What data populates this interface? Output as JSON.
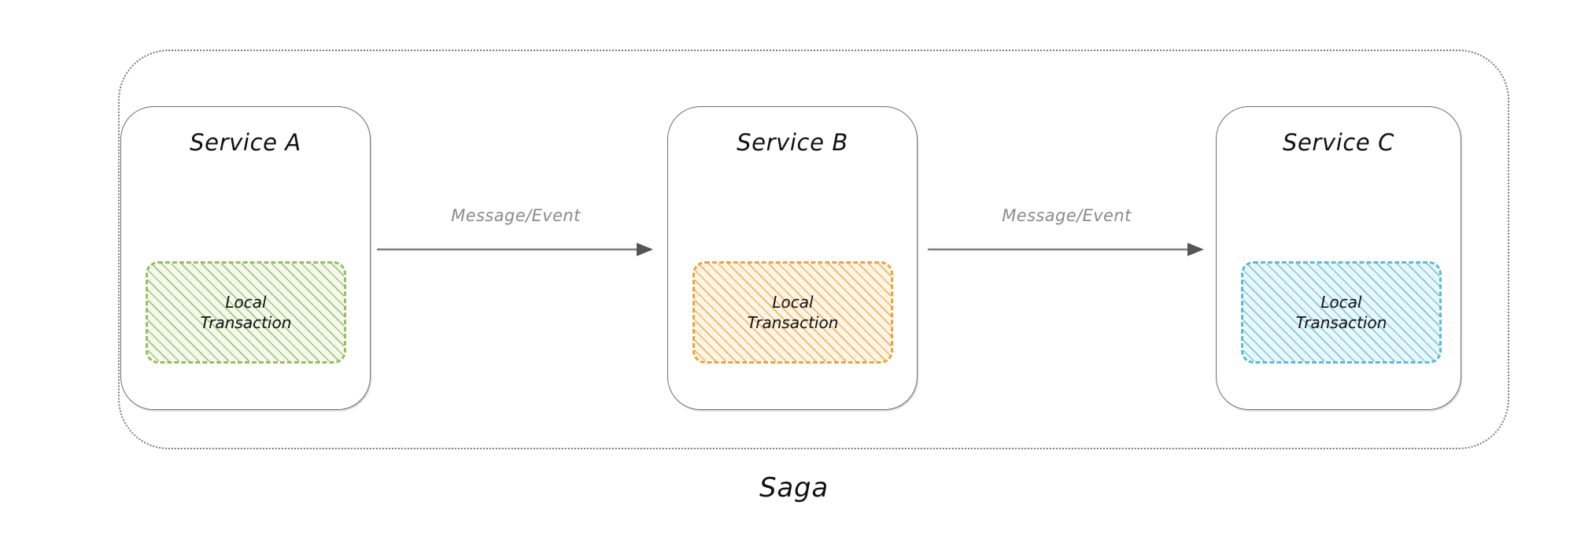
{
  "diagram": {
    "title": "Saga",
    "boundary_label": "Saga",
    "colors": {
      "boundary_stroke": "#7a7a7a",
      "card_stroke": "#6f6f6f",
      "arrow_stroke": "#7f7f7f",
      "label_text": "#8a8a8a",
      "title_text": "#111111",
      "green_hatch": "#93bf5d",
      "orange_hatch": "#eda437",
      "cyan_hatch": "#56bcd8",
      "background": "#ffffff"
    },
    "services": [
      {
        "id": "service-a",
        "title": "Service A",
        "transaction_label": "Local\nTransaction",
        "accent": "#93bf5d",
        "accent_name": "green"
      },
      {
        "id": "service-b",
        "title": "Service B",
        "transaction_label": "Local\nTransaction",
        "accent": "#eda437",
        "accent_name": "orange"
      },
      {
        "id": "service-c",
        "title": "Service C",
        "transaction_label": "Local\nTransaction",
        "accent": "#56bcd8",
        "accent_name": "cyan"
      }
    ],
    "connectors": [
      {
        "id": "connector-a-to-b",
        "label": "Message/Event",
        "from": "Service A",
        "to": "Service B",
        "direction": "right"
      },
      {
        "id": "connector-b-to-c",
        "label": "Message/Event",
        "from": "Service B",
        "to": "Service C",
        "direction": "right"
      }
    ]
  }
}
